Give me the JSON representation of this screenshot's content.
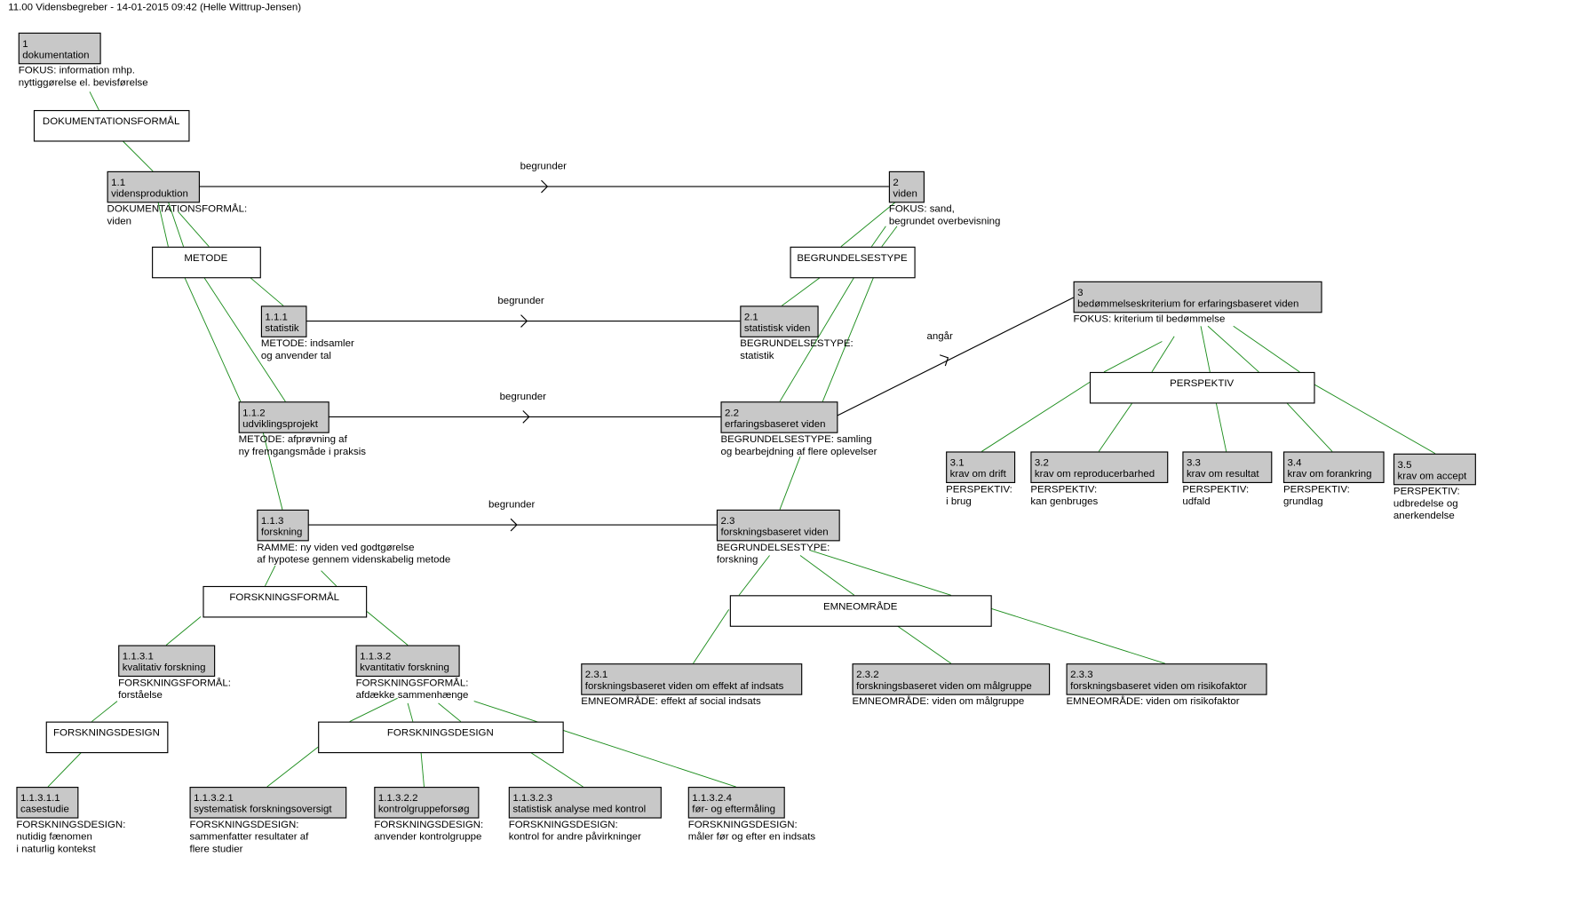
{
  "title": "11.00 Vidensbegreber - 14-01-2015 09:42 (Helle Wittrup-Jensen)",
  "colors": {
    "object_fill": "#c8c8c8",
    "structure_line": "#1a8c1a",
    "relation_line": "#000000"
  },
  "objects": [
    {
      "id": "n1",
      "number": "1",
      "name": "dokumentation",
      "note": [
        "FOKUS: information mhp.",
        "nyttiggørelse el. bevisførelse"
      ]
    },
    {
      "id": "n1_1",
      "number": "1.1",
      "name": "vidensproduktion",
      "note": [
        "DOKUMENTATIONSFORMÅL:",
        "viden"
      ]
    },
    {
      "id": "n2",
      "number": "2",
      "name": "viden",
      "note": [
        "FOKUS: sand,",
        "begrundet overbevisning"
      ]
    },
    {
      "id": "n1_1_1",
      "number": "1.1.1",
      "name": "statistik",
      "note": [
        "METODE: indsamler",
        "og anvender tal"
      ]
    },
    {
      "id": "n2_1",
      "number": "2.1",
      "name": "statistisk viden",
      "note": [
        "BEGRUNDELSESTYPE:",
        "statistik"
      ]
    },
    {
      "id": "n3",
      "number": "3",
      "name": "bedømmelseskriterium for erfaringsbaseret viden",
      "note": [
        "FOKUS: kriterium til bedømmelse"
      ]
    },
    {
      "id": "n1_1_2",
      "number": "1.1.2",
      "name": "udviklingsprojekt",
      "note": [
        "METODE: afprøvning af",
        "ny fremgangsmåde i praksis"
      ]
    },
    {
      "id": "n2_2",
      "number": "2.2",
      "name": "erfaringsbaseret viden",
      "note": [
        "BEGRUNDELSESTYPE: samling",
        "og bearbejdning af flere oplevelser"
      ]
    },
    {
      "id": "n3_1",
      "number": "3.1",
      "name": "krav om drift",
      "note": [
        "PERSPEKTIV:",
        "i brug"
      ]
    },
    {
      "id": "n3_2",
      "number": "3.2",
      "name": "krav om reproducerbarhed",
      "note": [
        "PERSPEKTIV:",
        "kan genbruges"
      ]
    },
    {
      "id": "n3_3",
      "number": "3.3",
      "name": "krav om resultat",
      "note": [
        "PERSPEKTIV:",
        "udfald"
      ]
    },
    {
      "id": "n3_4",
      "number": "3.4",
      "name": "krav om forankring",
      "note": [
        "PERSPEKTIV:",
        "grundlag"
      ]
    },
    {
      "id": "n3_5",
      "number": "3.5",
      "name": "krav om accept",
      "note": [
        "PERSPEKTIV:",
        "udbredelse og",
        "anerkendelse"
      ]
    },
    {
      "id": "n1_1_3",
      "number": "1.1.3",
      "name": "forskning",
      "note": [
        "RAMME: ny viden ved godtgørelse",
        "af hypotese gennem videnskabelig metode"
      ]
    },
    {
      "id": "n2_3",
      "number": "2.3",
      "name": "forskningsbaseret viden",
      "note": [
        "BEGRUNDELSESTYPE:",
        "forskning"
      ]
    },
    {
      "id": "n1_1_3_1",
      "number": "1.1.3.1",
      "name": "kvalitativ forskning",
      "note": [
        "FORSKNINGSFORMÅL:",
        "forståelse"
      ]
    },
    {
      "id": "n1_1_3_2",
      "number": "1.1.3.2",
      "name": "kvantitativ forskning",
      "note": [
        "FORSKNINGSFORMÅL:",
        "afdække sammenhænge"
      ]
    },
    {
      "id": "n2_3_1",
      "number": "2.3.1",
      "name": "forskningsbaseret viden om effekt af indsats",
      "note": [
        "EMNEOMRÅDE: effekt af social indsats"
      ]
    },
    {
      "id": "n2_3_2",
      "number": "2.3.2",
      "name": "forskningsbaseret viden om målgruppe",
      "note": [
        "EMNEOMRÅDE: viden om målgruppe"
      ]
    },
    {
      "id": "n2_3_3",
      "number": "2.3.3",
      "name": "forskningsbaseret viden om risikofaktor",
      "note": [
        "EMNEOMRÅDE: viden om risikofaktor"
      ]
    },
    {
      "id": "n1_1_3_1_1",
      "number": "1.1.3.1.1",
      "name": "casestudie",
      "note": [
        "FORSKNINGSDESIGN:",
        "nutidig fænomen",
        "i naturlig kontekst"
      ]
    },
    {
      "id": "n1_1_3_2_1",
      "number": "1.1.3.2.1",
      "name": "systematisk forskningsoversigt",
      "note": [
        "FORSKNINGSDESIGN:",
        "sammenfatter resultater af",
        "flere studier"
      ]
    },
    {
      "id": "n1_1_3_2_2",
      "number": "1.1.3.2.2",
      "name": "kontrolgruppeforsøg",
      "note": [
        "FORSKNINGSDESIGN:",
        "anvender kontrolgruppe"
      ]
    },
    {
      "id": "n1_1_3_2_3",
      "number": "1.1.3.2.3",
      "name": "statistisk analyse med kontrol",
      "note": [
        "FORSKNINGSDESIGN:",
        "kontrol for andre påvirkninger"
      ]
    },
    {
      "id": "n1_1_3_2_4",
      "number": "1.1.3.2.4",
      "name": "før- og eftermåling",
      "note": [
        "FORSKNINGSDESIGN:",
        "måler før og efter en indsats"
      ]
    }
  ],
  "dimensions": [
    {
      "id": "d_dok",
      "label": "DOKUMENTATIONSFORMÅL"
    },
    {
      "id": "d_metode",
      "label": "METODE"
    },
    {
      "id": "d_begr",
      "label": "BEGRUNDELSESTYPE"
    },
    {
      "id": "d_persp",
      "label": "PERSPEKTIV"
    },
    {
      "id": "d_ff",
      "label": "FORSKNINGSFORMÅL"
    },
    {
      "id": "d_emne",
      "label": "EMNEOMRÅDE"
    },
    {
      "id": "d_fd1",
      "label": "FORSKNINGSDESIGN"
    },
    {
      "id": "d_fd2",
      "label": "FORSKNINGSDESIGN"
    }
  ],
  "relations": [
    {
      "id": "r1",
      "label": "begrunder",
      "from": "1.1",
      "to": "2"
    },
    {
      "id": "r2",
      "label": "begrunder",
      "from": "1.1.1",
      "to": "2.1"
    },
    {
      "id": "r3",
      "label": "begrunder",
      "from": "1.1.2",
      "to": "2.2"
    },
    {
      "id": "r4",
      "label": "begrunder",
      "from": "1.1.3",
      "to": "2.3"
    },
    {
      "id": "r5",
      "label": "angår",
      "from": "2.2",
      "to": "3"
    }
  ]
}
